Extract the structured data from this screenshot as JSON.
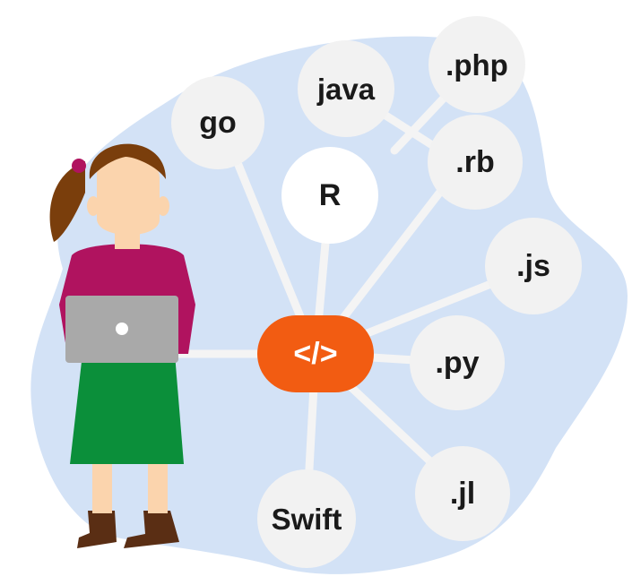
{
  "hub": {
    "label": "</>"
  },
  "languages": [
    {
      "id": "go",
      "label": "go"
    },
    {
      "id": "java",
      "label": "java"
    },
    {
      "id": "php",
      "label": ".php"
    },
    {
      "id": "r",
      "label": "R"
    },
    {
      "id": "rb",
      "label": ".rb"
    },
    {
      "id": "js",
      "label": ".js"
    },
    {
      "id": "py",
      "label": ".py"
    },
    {
      "id": "jl",
      "label": ".jl"
    },
    {
      "id": "swift",
      "label": "Swift"
    }
  ],
  "colors": {
    "blob": "#d3e2f6",
    "node": "#f2f2f2",
    "node_highlight": "#ffffff",
    "connector": "#f4f4f4",
    "hub": "#f25c12",
    "shirt": "#b0135f",
    "skirt": "#0b8f3a",
    "hair": "#7a3e0c",
    "skin": "#fbd4ad",
    "laptop": "#a9a9a9",
    "boots": "#5a2e14"
  }
}
